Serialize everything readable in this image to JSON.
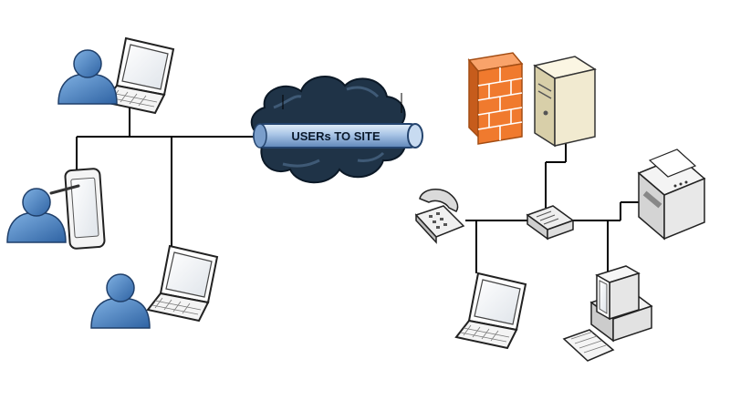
{
  "diagram": {
    "tunnel": {
      "label": "USERs TO SITE"
    },
    "nodes": [
      {
        "id": "user-laptop-top",
        "kind": "user-with-laptop"
      },
      {
        "id": "user-tablet",
        "kind": "user-with-tablet"
      },
      {
        "id": "user-laptop-bottom",
        "kind": "user-with-laptop"
      },
      {
        "id": "internet-cloud",
        "kind": "cloud"
      },
      {
        "id": "firewall",
        "kind": "firewall"
      },
      {
        "id": "server",
        "kind": "server-tower"
      },
      {
        "id": "switch",
        "kind": "network-switch"
      },
      {
        "id": "ip-phone",
        "kind": "telephone"
      },
      {
        "id": "printer",
        "kind": "printer"
      },
      {
        "id": "site-laptop",
        "kind": "laptop"
      },
      {
        "id": "desktop",
        "kind": "desktop-computer"
      }
    ],
    "colors": {
      "user": "#4f87c6",
      "cloud": "#1f3347",
      "tunnel": "#9dbbe0",
      "firewall": "#f07a2e",
      "server": "#f1ead0",
      "line": "#000000"
    }
  }
}
